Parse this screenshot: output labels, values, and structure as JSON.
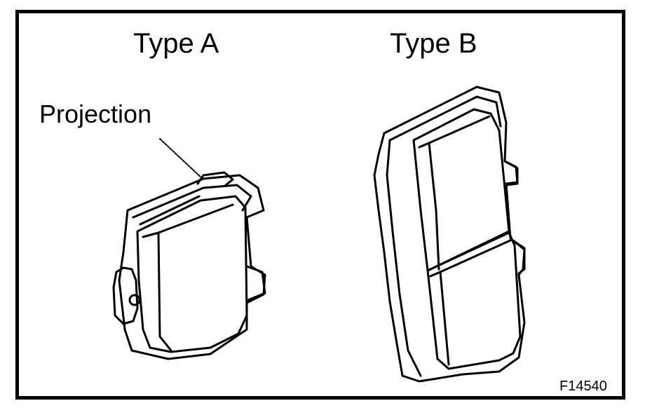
{
  "labels": {
    "type_a": "Type A",
    "type_b": "Type B",
    "projection": "Projection",
    "figure_code": "F14540"
  },
  "colors": {
    "line": "#000000",
    "background": "#ffffff"
  }
}
